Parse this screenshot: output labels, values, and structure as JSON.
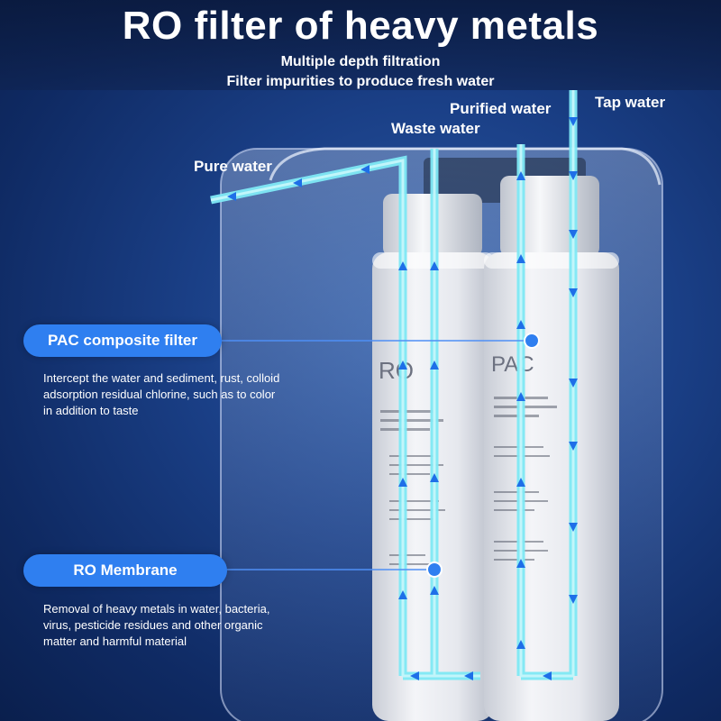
{
  "header": {
    "title": "RO filter of heavy metals",
    "subtitle_1": "Multiple depth filtration",
    "subtitle_2": "Filter impurities to produce fresh water"
  },
  "flow_labels": {
    "pure_water": "Pure water",
    "waste_water": "Waste water",
    "purified_water": "Purified water",
    "tap_water": "Tap water"
  },
  "callouts": [
    {
      "title": "PAC composite filter",
      "description": [
        "Intercept the water and sediment, rust, colloid",
        "adsorption residual chlorine, such as to color",
        "in addition to taste"
      ]
    },
    {
      "title": "RO Membrane",
      "description": [
        "Removal of heavy metals in water, bacteria,",
        "virus, pesticide residues and other organic",
        "matter and harmful material"
      ]
    }
  ],
  "cartridge_labels": {
    "ro": "RO",
    "pac": "PAC"
  },
  "colors": {
    "callout_blue": "#2f7ff0",
    "flow_cyan": "#7fe9f5",
    "arrow_blue": "#1e6fe8"
  }
}
